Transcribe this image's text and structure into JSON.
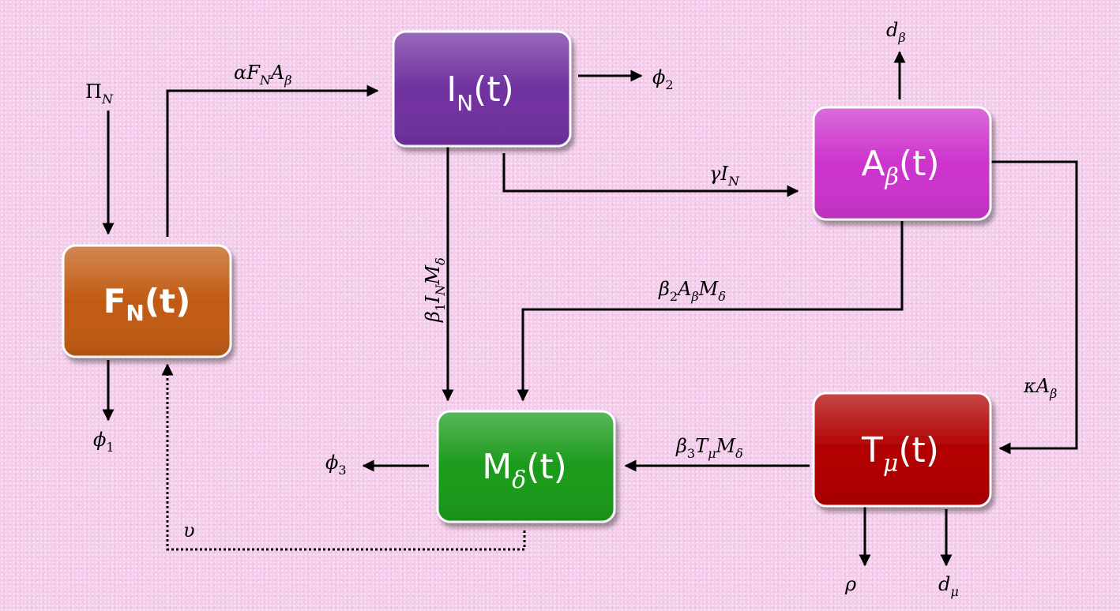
{
  "compartments": {
    "F": {
      "main": "F",
      "sub": "N",
      "tail": "(t)",
      "color": "#c15a11"
    },
    "I": {
      "main": "I",
      "sub": "N",
      "tail": "(t)",
      "color": "#7030a0"
    },
    "A": {
      "main": "A",
      "sub": "β",
      "tail": "(t)",
      "color": "#cc33cc"
    },
    "M": {
      "main": "M",
      "sub": "δ",
      "tail": "(t)",
      "color": "#1a9a1a"
    },
    "T": {
      "main": "T",
      "sub": "μ",
      "tail": "(t)",
      "color": "#b00000"
    }
  },
  "labels": {
    "pi_n": {
      "main": "Π",
      "sub": "N"
    },
    "alpha": {
      "a": "αF",
      "a_sub": "N",
      "b": "A",
      "b_sub": "β"
    },
    "phi1": {
      "main": "ϕ",
      "sub": "1"
    },
    "phi2": {
      "main": "ϕ",
      "sub": "2"
    },
    "phi3": {
      "main": "ϕ",
      "sub": "3"
    },
    "d_beta": {
      "main": "d",
      "sub": "β"
    },
    "gamma": {
      "main": "γI",
      "sub": "N"
    },
    "beta1": {
      "a": "β",
      "a_sub": "1",
      "b": "I",
      "b_sub": "N",
      "c": "M",
      "c_sub": "δ"
    },
    "beta2": {
      "a": "β",
      "a_sub": "2",
      "b": "A",
      "b_sub": "β",
      "c": "M",
      "c_sub": "δ"
    },
    "beta3": {
      "a": "β",
      "a_sub": "3",
      "b": "T",
      "b_sub": "μ",
      "c": "M",
      "c_sub": "δ"
    },
    "kappa": {
      "main": "κA",
      "sub": "β"
    },
    "upsilon": {
      "main": "υ"
    },
    "rho": {
      "main": "ρ"
    },
    "d_mu": {
      "main": "d",
      "sub": "μ"
    }
  }
}
